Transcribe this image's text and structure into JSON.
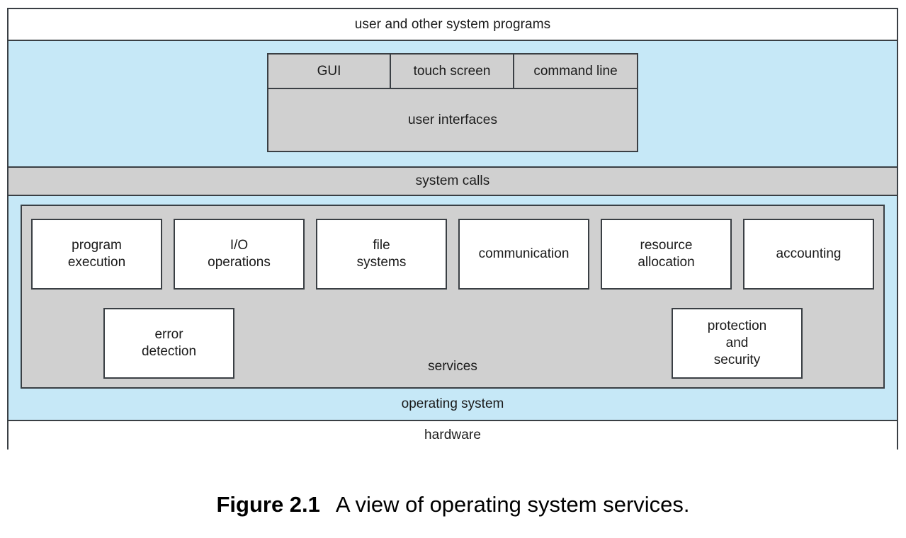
{
  "figure": {
    "number": "Figure 2.1",
    "caption": "A view of operating system services."
  },
  "colors": {
    "blue_region": "#c6e8f7",
    "grey_block": "#d0d0d0",
    "white_box": "#ffffff",
    "border": "#3a3f44",
    "text": "#1a1a1a"
  },
  "layers": {
    "user_programs": "user and other system programs",
    "system_calls": "system calls",
    "operating_system": "operating system",
    "hardware": "hardware",
    "services": "services"
  },
  "user_interfaces": {
    "group_label": "user interfaces",
    "items": [
      {
        "label": "GUI"
      },
      {
        "label": "touch screen"
      },
      {
        "label": "command line"
      }
    ]
  },
  "services_boxes": {
    "row1": [
      {
        "line1": "program",
        "line2": "execution"
      },
      {
        "line1": "I/O",
        "line2": "operations"
      },
      {
        "line1": "file",
        "line2": "systems"
      },
      {
        "line1": "communication",
        "line2": ""
      },
      {
        "line1": "resource",
        "line2": "allocation"
      },
      {
        "line1": "accounting",
        "line2": ""
      }
    ],
    "row2": [
      {
        "line1": "error",
        "line2": "detection",
        "line3": ""
      },
      {
        "line1": "protection",
        "line2": "and",
        "line3": "security"
      }
    ]
  }
}
